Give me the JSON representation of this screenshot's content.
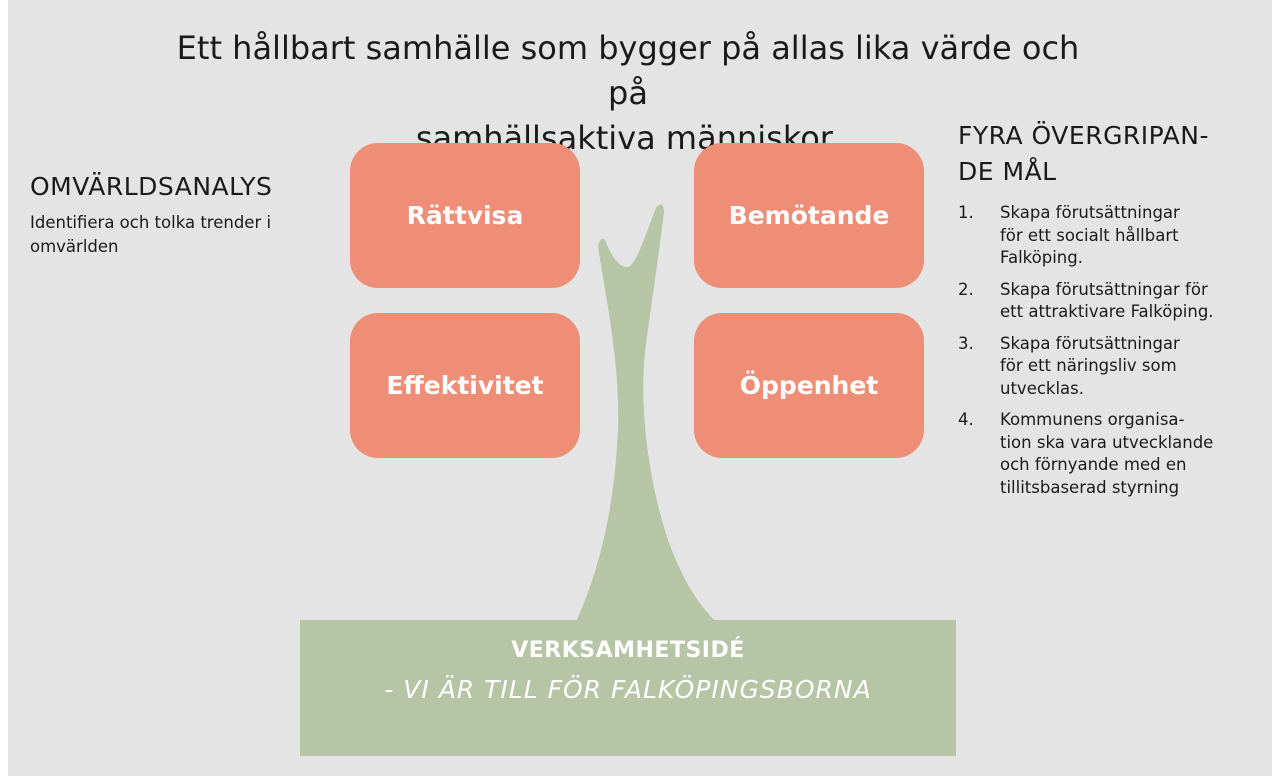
{
  "vision": {
    "line1": "Ett hållbart samhälle som bygger på allas lika värde och på",
    "line2": "samhällsaktiva människor."
  },
  "left_panel": {
    "title": "OMVÄRLDSANALYS",
    "description_line1": "Identifiera och tolka trender i",
    "description_line2": "omvärlden"
  },
  "values": [
    {
      "label": "Rättvisa"
    },
    {
      "label": "Bemötande"
    },
    {
      "label": "Effektivitet"
    },
    {
      "label": "Öppenhet"
    }
  ],
  "right_panel": {
    "title_line1": "FYRA ÖVERGRIPAN-",
    "title_line2": "DE MÅL",
    "goals": [
      {
        "number": "1.",
        "lines": [
          "Skapa förutsättningar",
          "för ett socialt hållbart",
          "Falköping."
        ]
      },
      {
        "number": "2.",
        "lines": [
          "Skapa förutsättningar för",
          "ett attraktivare Falköping."
        ]
      },
      {
        "number": "3.",
        "lines": [
          "Skapa förutsättningar",
          "för ett näringsliv som",
          "utvecklas."
        ]
      },
      {
        "number": "4.",
        "lines": [
          "Kommunens organisa-",
          "tion ska vara utvecklande",
          "och förnyande med en",
          "tillitsbaserad styrning"
        ]
      }
    ]
  },
  "mission": {
    "title": "VERKSAMHETSIDÉ",
    "subtitle": "- VI ÄR TILL FÖR FALKÖPINGSBORNA"
  },
  "colors": {
    "value_box": "#ee8e77",
    "trunk": "#b5c5a5",
    "mission_box": "#b5c5a5",
    "background": "#e4e4e4"
  }
}
